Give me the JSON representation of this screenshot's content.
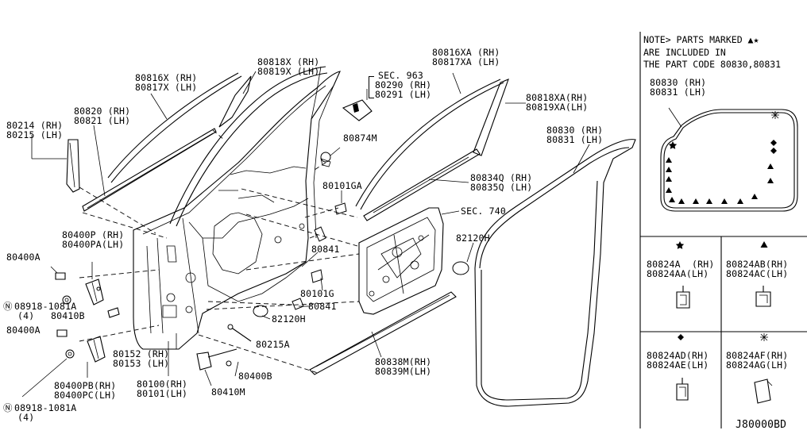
{
  "diagram_id": "J80000BD",
  "note": {
    "line1": "NOTE> PARTS MARKED ▲★",
    "line2": "ARE INCLUDED IN",
    "line3": "THE PART CODE 80830,80831"
  },
  "inset_weatherstrip": {
    "rh": "80830 (RH)",
    "lh": "80831 (LH)"
  },
  "symbols": {
    "star": "★",
    "triangle": "▲",
    "diamond": "◆",
    "asterisk": "✳"
  },
  "clips": {
    "star": {
      "rh": "80824A  (RH)",
      "lh": "80824AA(LH)"
    },
    "triangle": {
      "rh": "80824AB(RH)",
      "lh": "80824AC(LH)"
    },
    "diamond": {
      "rh": "80824AD(RH)",
      "lh": "80824AE(LH)"
    },
    "asterisk": {
      "rh": "80824AF(RH)",
      "lh": "80824AG(LH)"
    }
  },
  "labels": {
    "l80214": {
      "rh": "80214 (RH)",
      "lh": "80215 (LH)"
    },
    "l80820": {
      "rh": "80820 (RH)",
      "lh": "80821 (LH)"
    },
    "l80816x": {
      "rh": "80816X (RH)",
      "lh": "80817X (LH)"
    },
    "l80818x": {
      "rh": "80818X (RH)",
      "lh": "80819X (LH)"
    },
    "sec963": {
      "title": "SEC. 963",
      "rh": "80290 (RH)",
      "lh": "80291 (LH)"
    },
    "l80816xa": {
      "rh": "80816XA (RH)",
      "lh": "80817XA (LH)"
    },
    "l80818xa": {
      "rh": "80818XA(RH)",
      "lh": "80819XA(LH)"
    },
    "l80830": {
      "rh": "80830 (RH)",
      "lh": "80831 (LH)"
    },
    "l80874m": "80874M",
    "l80101ga": "80101GA",
    "l80834q": {
      "rh": "80834Q (RH)",
      "lh": "80835Q (LH)"
    },
    "sec740": "SEC. 740",
    "l82120h_r": "82120H",
    "l80841_a": "80841",
    "l80101g": "80101G",
    "l80841_b": "80841",
    "l82120h_c": "82120H",
    "l80215a": "80215A",
    "l80400p": {
      "rh": "80400P (RH)",
      "lh": "80400PA(LH)"
    },
    "l80400a_1": "80400A",
    "nut1": {
      "code": "08918-1081A",
      "qty": "(4)"
    },
    "l80410b": "80410B",
    "l80400a_2": "80400A",
    "l80400pb": {
      "rh": "80400PB(RH)",
      "lh": "80400PC(LH)"
    },
    "nut2": {
      "code": "08918-1081A",
      "qty": "(4)"
    },
    "l80152": {
      "rh": "80152 (RH)",
      "lh": "80153 (LH)"
    },
    "l80100": {
      "rh": "80100(RH)",
      "lh": "80101(LH)"
    },
    "l80400b": "80400B",
    "l80410m": "80410M",
    "l80838m": {
      "rh": "80838M(RH)",
      "lh": "80839M(LH)"
    }
  }
}
